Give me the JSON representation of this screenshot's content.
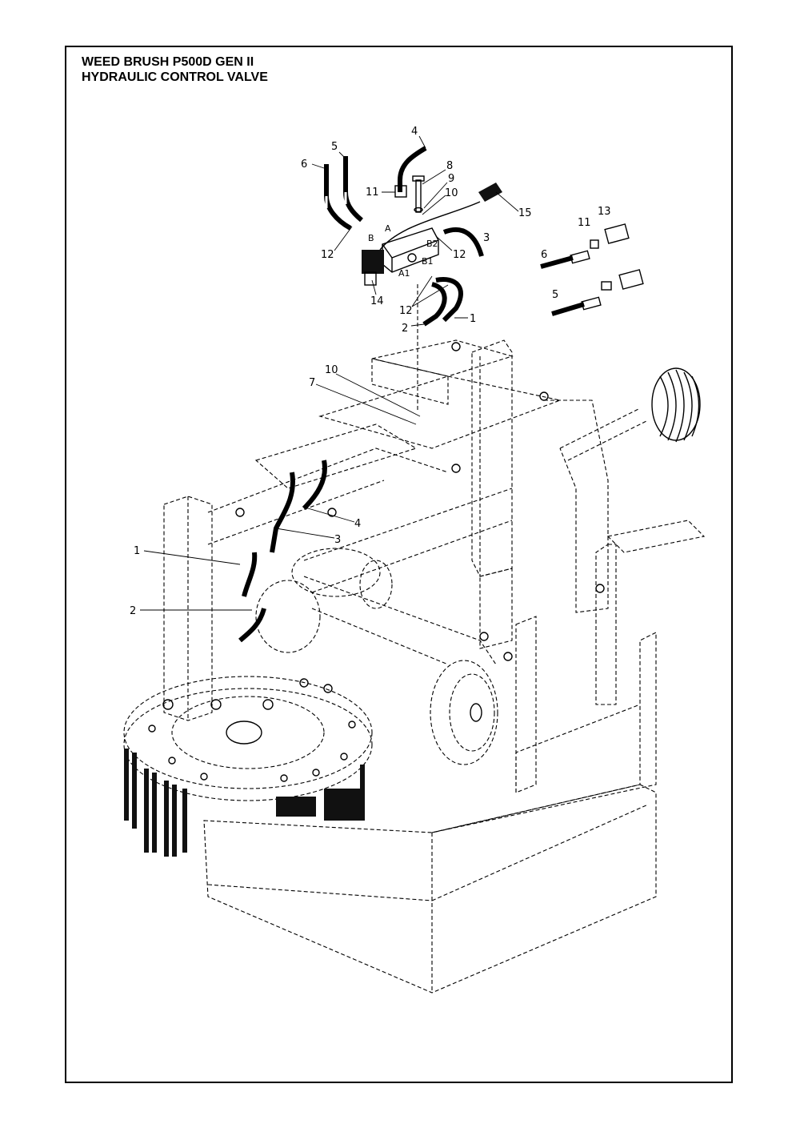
{
  "title": {
    "line1": "WEED BRUSH P500D GEN II",
    "line2": "HYDRAULIC CONTROL VALVE"
  },
  "callouts": {
    "c4_top": "4",
    "c5_top": "5",
    "c6_top": "6",
    "c8": "8",
    "c9": "9",
    "c10_top": "10",
    "c11_top": "11",
    "c15": "15",
    "c3_top": "3",
    "c12_left": "12",
    "c12_right": "12",
    "c14": "14",
    "c12_bottom": "12",
    "c2_top": "2",
    "c1_top": "1",
    "c13": "13",
    "c11_right": "11",
    "c6_right": "6",
    "c5_right": "5",
    "c10_mid": "10",
    "c7": "7",
    "c4_mid": "4",
    "c3_mid": "3",
    "c1_mid": "1",
    "c2_mid": "2"
  },
  "ports": {
    "a": "A",
    "b": "B",
    "b2": "B2",
    "a1": "A1",
    "b1": "B1"
  }
}
